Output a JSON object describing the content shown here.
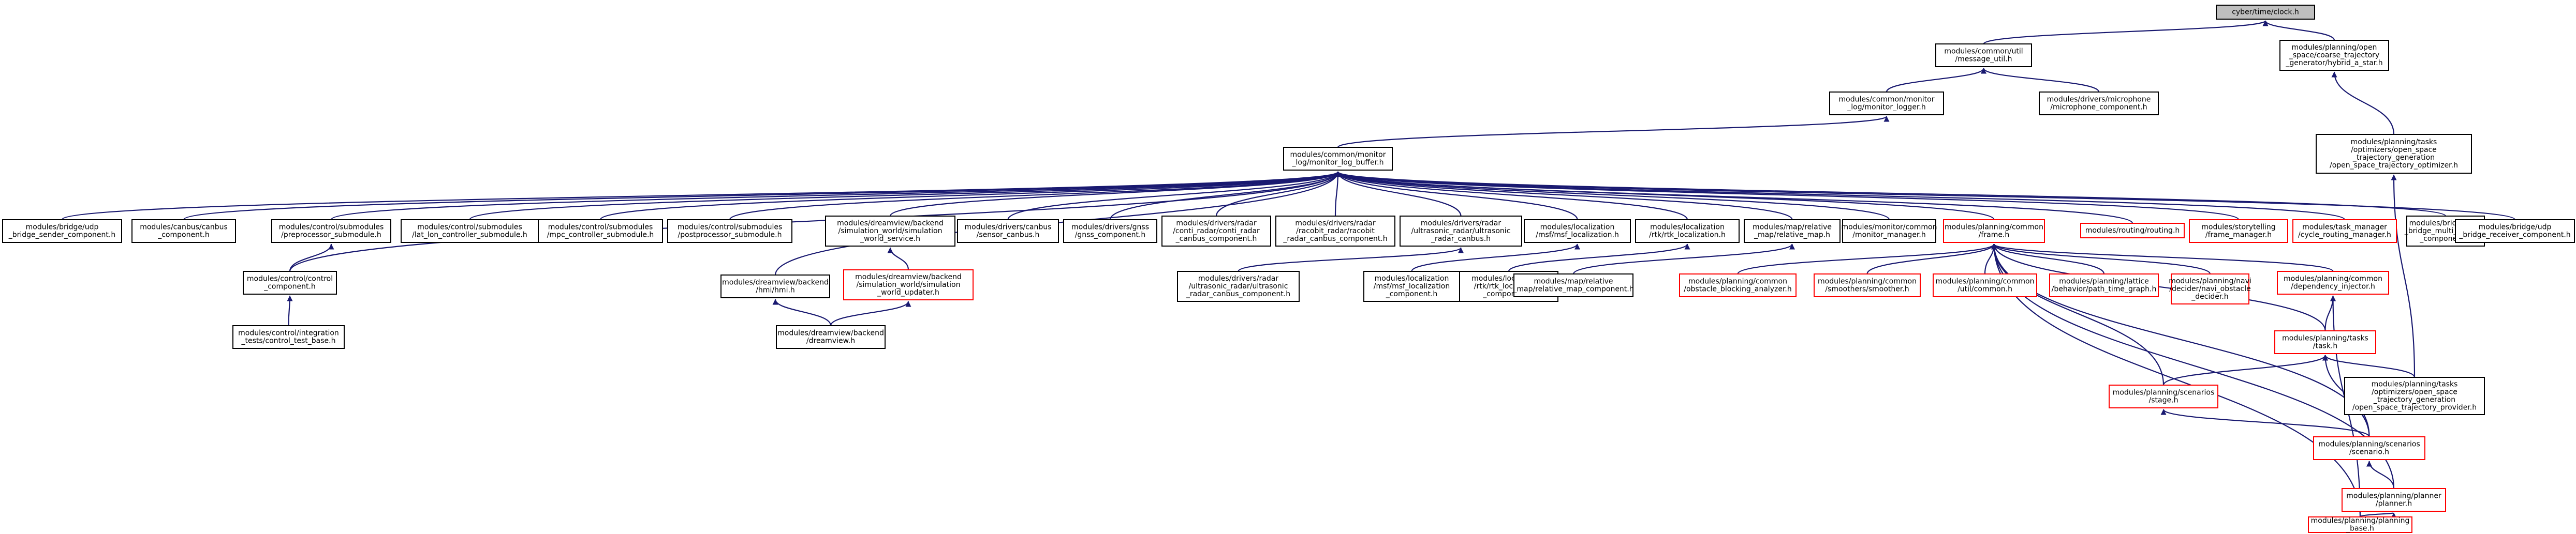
{
  "colors": {
    "edge": "#191970",
    "border_black": "#000000",
    "border_red": "#ff0000",
    "root_fill": "#bfbfbf"
  },
  "nodes": [
    {
      "id": "root",
      "lines": [
        "cyber/time/clock.h"
      ],
      "style": "root"
    },
    {
      "id": "msgutil",
      "lines": [
        "modules/common/util",
        "/message_util.h"
      ],
      "style": "black"
    },
    {
      "id": "hybrid",
      "lines": [
        "modules/planning/open",
        "_space/coarse_trajectory",
        "_generator/hybrid_a_star.h"
      ],
      "style": "black"
    },
    {
      "id": "monlogger",
      "lines": [
        "modules/common/monitor",
        "_log/monitor_logger.h"
      ],
      "style": "black"
    },
    {
      "id": "microphone",
      "lines": [
        "modules/drivers/microphone",
        "/microphone_component.h"
      ],
      "style": "black"
    },
    {
      "id": "openspaceopt",
      "lines": [
        "modules/planning/tasks",
        "/optimizers/open_space",
        "_trajectory_generation",
        "/open_space_trajectory_optimizer.h"
      ],
      "style": "black"
    },
    {
      "id": "monlogbuf",
      "lines": [
        "modules/common/monitor",
        "_log/monitor_log_buffer.h"
      ],
      "style": "black"
    },
    {
      "id": "bridgesender",
      "lines": [
        "modules/bridge/udp",
        "_bridge_sender_component.h"
      ],
      "style": "black"
    },
    {
      "id": "canbus",
      "lines": [
        "modules/canbus/canbus",
        "_component.h"
      ],
      "style": "black"
    },
    {
      "id": "preproc",
      "lines": [
        "modules/control/submodules",
        "/preprocessor_submodule.h"
      ],
      "style": "black"
    },
    {
      "id": "latlon",
      "lines": [
        "modules/control/submodules",
        "/lat_lon_controller_submodule.h"
      ],
      "style": "black"
    },
    {
      "id": "mpc",
      "lines": [
        "modules/control/submodules",
        "/mpc_controller_submodule.h"
      ],
      "style": "black"
    },
    {
      "id": "postproc",
      "lines": [
        "modules/control/submodules",
        "/postprocessor_submodule.h"
      ],
      "style": "black"
    },
    {
      "id": "simworldsvc",
      "lines": [
        "modules/dreamview/backend",
        "/simulation_world/simulation",
        "_world_service.h"
      ],
      "style": "black"
    },
    {
      "id": "sensorcanbus",
      "lines": [
        "modules/drivers/canbus",
        "/sensor_canbus.h"
      ],
      "style": "black"
    },
    {
      "id": "gnss",
      "lines": [
        "modules/drivers/gnss",
        "/gnss_component.h"
      ],
      "style": "black"
    },
    {
      "id": "contiradar",
      "lines": [
        "modules/drivers/radar",
        "/conti_radar/conti_radar",
        "_canbus_component.h"
      ],
      "style": "black"
    },
    {
      "id": "racobit",
      "lines": [
        "modules/drivers/radar",
        "/racobit_radar/racobit",
        "_radar_canbus_component.h"
      ],
      "style": "black"
    },
    {
      "id": "ultracanbus",
      "lines": [
        "modules/drivers/radar",
        "/ultrasonic_radar/ultrasonic",
        "_radar_canbus.h"
      ],
      "style": "black"
    },
    {
      "id": "msflocal",
      "lines": [
        "modules/localization",
        "/msf/msf_localization.h"
      ],
      "style": "black"
    },
    {
      "id": "rtklocal",
      "lines": [
        "modules/localization",
        "/rtk/rtk_localization.h"
      ],
      "style": "black"
    },
    {
      "id": "relmap",
      "lines": [
        "modules/map/relative",
        "_map/relative_map.h"
      ],
      "style": "black"
    },
    {
      "id": "monmgr",
      "lines": [
        "modules/monitor/common",
        "/monitor_manager.h"
      ],
      "style": "black"
    },
    {
      "id": "frame",
      "lines": [
        "modules/planning/common",
        "/frame.h"
      ],
      "style": "red"
    },
    {
      "id": "routing",
      "lines": [
        "modules/routing/routing.h"
      ],
      "style": "red"
    },
    {
      "id": "story",
      "lines": [
        "modules/storytelling",
        "/frame_manager.h"
      ],
      "style": "red"
    },
    {
      "id": "taskmgr",
      "lines": [
        "modules/task_manager",
        "/cycle_routing_manager.h"
      ],
      "style": "red"
    },
    {
      "id": "multirecv",
      "lines": [
        "modules/bridge/udp",
        "_bridge_multi_receiver",
        "_component.h"
      ],
      "style": "black"
    },
    {
      "id": "bridgerecv",
      "lines": [
        "modules/bridge/udp",
        "_bridge_receiver_component.h"
      ],
      "style": "black"
    },
    {
      "id": "controlcomp",
      "lines": [
        "modules/control/control",
        "_component.h"
      ],
      "style": "black"
    },
    {
      "id": "hmi",
      "lines": [
        "modules/dreamview/backend",
        "/hmi/hmi.h"
      ],
      "style": "black"
    },
    {
      "id": "simworldupd",
      "lines": [
        "modules/dreamview/backend",
        "/simulation_world/simulation",
        "_world_updater.h"
      ],
      "style": "red"
    },
    {
      "id": "ultracomp",
      "lines": [
        "modules/drivers/radar",
        "/ultrasonic_radar/ultrasonic",
        "_radar_canbus_component.h"
      ],
      "style": "black"
    },
    {
      "id": "msfcomp",
      "lines": [
        "modules/localization",
        "/msf/msf_localization",
        "_component.h"
      ],
      "style": "black"
    },
    {
      "id": "rtkcomp",
      "lines": [
        "modules/localization",
        "/rtk/rtk_localization",
        "_component.h"
      ],
      "style": "black"
    },
    {
      "id": "relmapcomp",
      "lines": [
        "modules/map/relative",
        "_map/relative_map_component.h"
      ],
      "style": "black"
    },
    {
      "id": "obstacle",
      "lines": [
        "modules/planning/common",
        "/obstacle_blocking_analyzer.h"
      ],
      "style": "red"
    },
    {
      "id": "smoother",
      "lines": [
        "modules/planning/common",
        "/smoothers/smoother.h"
      ],
      "style": "red"
    },
    {
      "id": "utilcommon",
      "lines": [
        "modules/planning/common",
        "/util/common.h"
      ],
      "style": "red"
    },
    {
      "id": "lattice",
      "lines": [
        "modules/planning/lattice",
        "/behavior/path_time_graph.h"
      ],
      "style": "red"
    },
    {
      "id": "navi",
      "lines": [
        "modules/planning/navi",
        "/decider/navi_obstacle",
        "_decider.h"
      ],
      "style": "red"
    },
    {
      "id": "depinj",
      "lines": [
        "modules/planning/common",
        "/dependency_injector.h"
      ],
      "style": "red"
    },
    {
      "id": "controltest",
      "lines": [
        "modules/control/integration",
        "_tests/control_test_base.h"
      ],
      "style": "black"
    },
    {
      "id": "dreamview",
      "lines": [
        "modules/dreamview/backend",
        "/dreamview.h"
      ],
      "style": "black"
    },
    {
      "id": "task",
      "lines": [
        "modules/planning/tasks",
        "/task.h"
      ],
      "style": "red"
    },
    {
      "id": "stage",
      "lines": [
        "modules/planning/scenarios",
        "/stage.h"
      ],
      "style": "red"
    },
    {
      "id": "provider",
      "lines": [
        "modules/planning/tasks",
        "/optimizers/open_space",
        "_trajectory_generation",
        "/open_space_trajectory_provider.h"
      ],
      "style": "black"
    },
    {
      "id": "scenario",
      "lines": [
        "modules/planning/scenarios",
        "/scenario.h"
      ],
      "style": "red"
    },
    {
      "id": "planner",
      "lines": [
        "modules/planning/planner",
        "/planner.h"
      ],
      "style": "red"
    },
    {
      "id": "plannerbase",
      "lines": [
        "modules/planning/planning",
        "_base.h"
      ],
      "style": "red"
    }
  ],
  "edges": [
    [
      "msgutil",
      "root"
    ],
    [
      "hybrid",
      "root"
    ],
    [
      "monlogger",
      "msgutil"
    ],
    [
      "microphone",
      "msgutil"
    ],
    [
      "openspaceopt",
      "hybrid"
    ],
    [
      "monlogbuf",
      "monlogger"
    ],
    [
      "bridgesender",
      "monlogbuf"
    ],
    [
      "canbus",
      "monlogbuf"
    ],
    [
      "preproc",
      "monlogbuf"
    ],
    [
      "latlon",
      "monlogbuf"
    ],
    [
      "mpc",
      "monlogbuf"
    ],
    [
      "postproc",
      "monlogbuf"
    ],
    [
      "simworldsvc",
      "monlogbuf"
    ],
    [
      "sensorcanbus",
      "monlogbuf"
    ],
    [
      "gnss",
      "monlogbuf"
    ],
    [
      "contiradar",
      "monlogbuf"
    ],
    [
      "racobit",
      "monlogbuf"
    ],
    [
      "ultracanbus",
      "monlogbuf"
    ],
    [
      "msflocal",
      "monlogbuf"
    ],
    [
      "rtklocal",
      "monlogbuf"
    ],
    [
      "relmap",
      "monlogbuf"
    ],
    [
      "monmgr",
      "monlogbuf"
    ],
    [
      "frame",
      "monlogbuf"
    ],
    [
      "routing",
      "monlogbuf"
    ],
    [
      "story",
      "monlogbuf"
    ],
    [
      "taskmgr",
      "monlogbuf"
    ],
    [
      "multirecv",
      "monlogbuf"
    ],
    [
      "bridgerecv",
      "monlogbuf"
    ],
    [
      "controlcomp",
      "monlogbuf"
    ],
    [
      "hmi",
      "monlogbuf"
    ],
    [
      "controlcomp",
      "preproc"
    ],
    [
      "controltest",
      "controlcomp"
    ],
    [
      "simworldupd",
      "simworldsvc"
    ],
    [
      "dreamview",
      "hmi"
    ],
    [
      "dreamview",
      "simworldupd"
    ],
    [
      "ultracomp",
      "ultracanbus"
    ],
    [
      "msfcomp",
      "msflocal"
    ],
    [
      "rtkcomp",
      "rtklocal"
    ],
    [
      "relmapcomp",
      "relmap"
    ],
    [
      "obstacle",
      "frame"
    ],
    [
      "smoother",
      "frame"
    ],
    [
      "utilcommon",
      "frame"
    ],
    [
      "lattice",
      "frame"
    ],
    [
      "navi",
      "frame"
    ],
    [
      "depinj",
      "frame"
    ],
    [
      "task",
      "frame"
    ],
    [
      "stage",
      "frame"
    ],
    [
      "scenario",
      "frame"
    ],
    [
      "planner",
      "frame"
    ],
    [
      "plannerbase",
      "frame"
    ],
    [
      "task",
      "depinj"
    ],
    [
      "plannerbase",
      "depinj"
    ],
    [
      "provider",
      "task"
    ],
    [
      "stage",
      "task"
    ],
    [
      "scenario",
      "task"
    ],
    [
      "provider",
      "openspaceopt"
    ],
    [
      "scenario",
      "stage"
    ],
    [
      "planner",
      "scenario"
    ],
    [
      "plannerbase",
      "planner"
    ]
  ]
}
